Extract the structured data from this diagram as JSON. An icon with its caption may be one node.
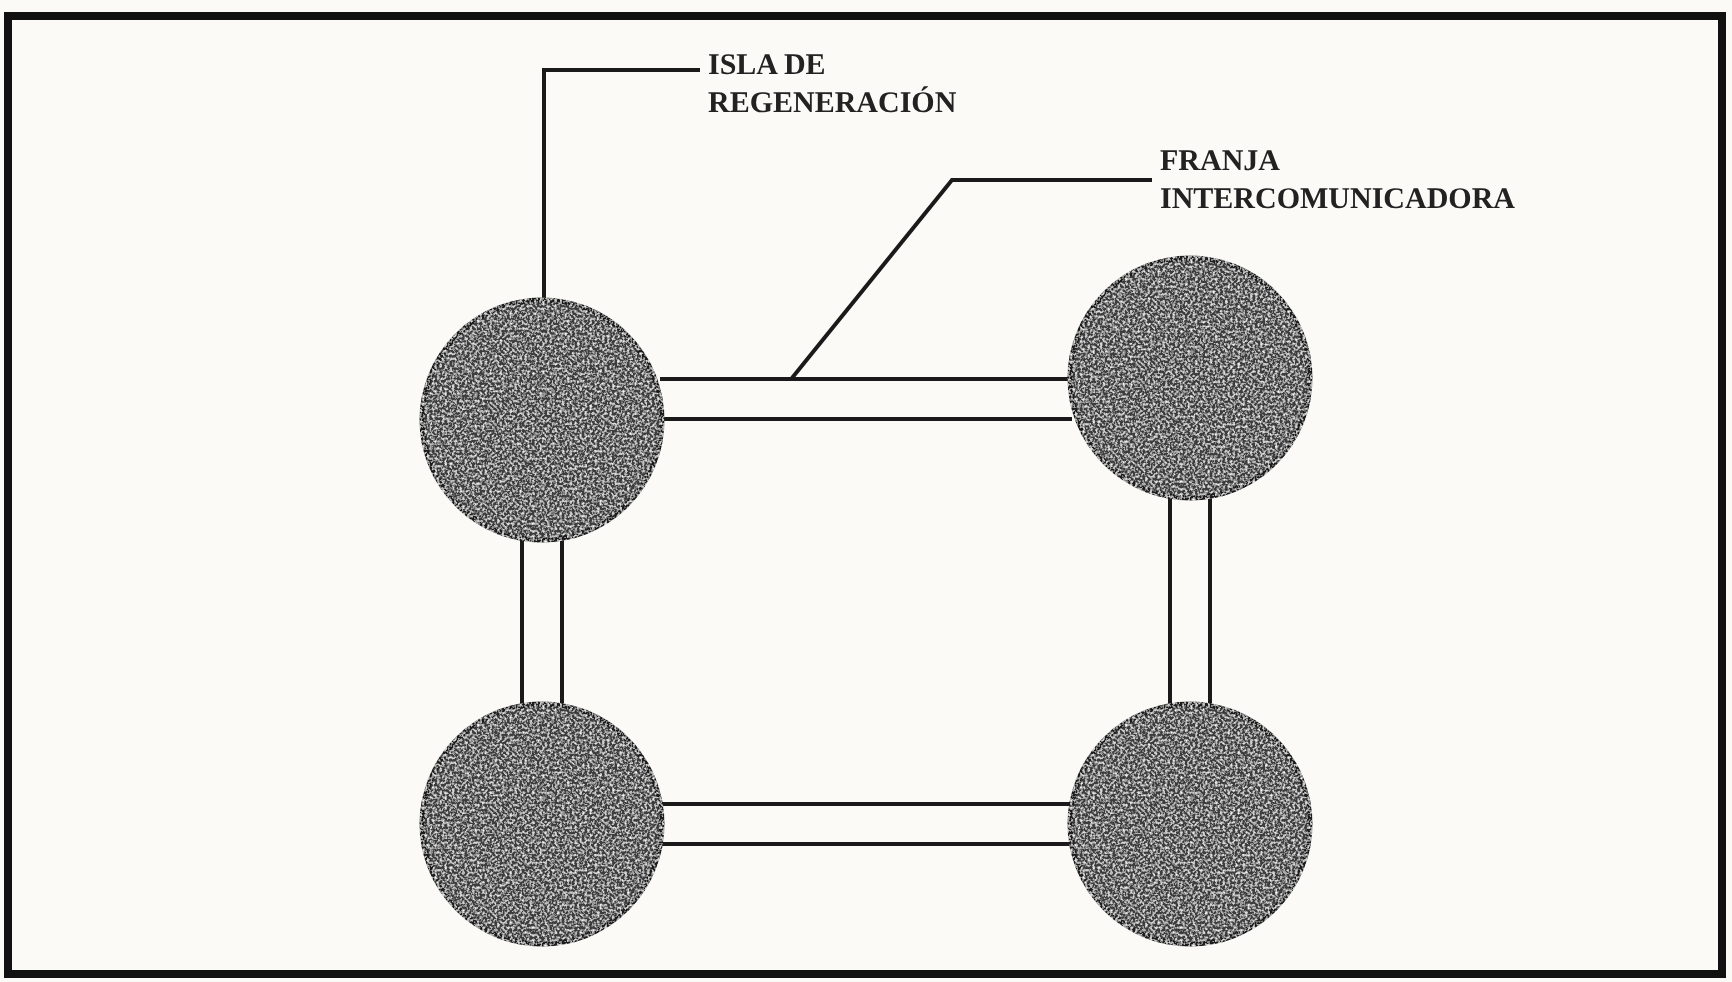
{
  "diagram": {
    "nodes": [
      {
        "text": [
          "ISLA DE REGENERACIÓN"
        ]
      },
      {
        "text": [
          "FRANJA INTERCOMUNICADORA"
        ]
      },
      {
        "text": [],
        "shape": "circle"
      },
      {
        "text": [],
        "shape": "circle"
      },
      {
        "text": [],
        "shape": "circle"
      },
      {
        "text": [],
        "shape": "circle"
      }
    ],
    "edges": [
      {
        "from": 2,
        "to": 3,
        "arrow": "none"
      },
      {
        "from": 2,
        "to": 4,
        "arrow": "none"
      },
      {
        "from": 3,
        "to": 5,
        "arrow": "none"
      },
      {
        "from": 4,
        "to": 5,
        "arrow": "none"
      },
      {
        "from": 0,
        "to": 2,
        "arrow": "none"
      },
      {
        "from": 1,
        "to": null,
        "arrow": "none"
      }
    ]
  }
}
